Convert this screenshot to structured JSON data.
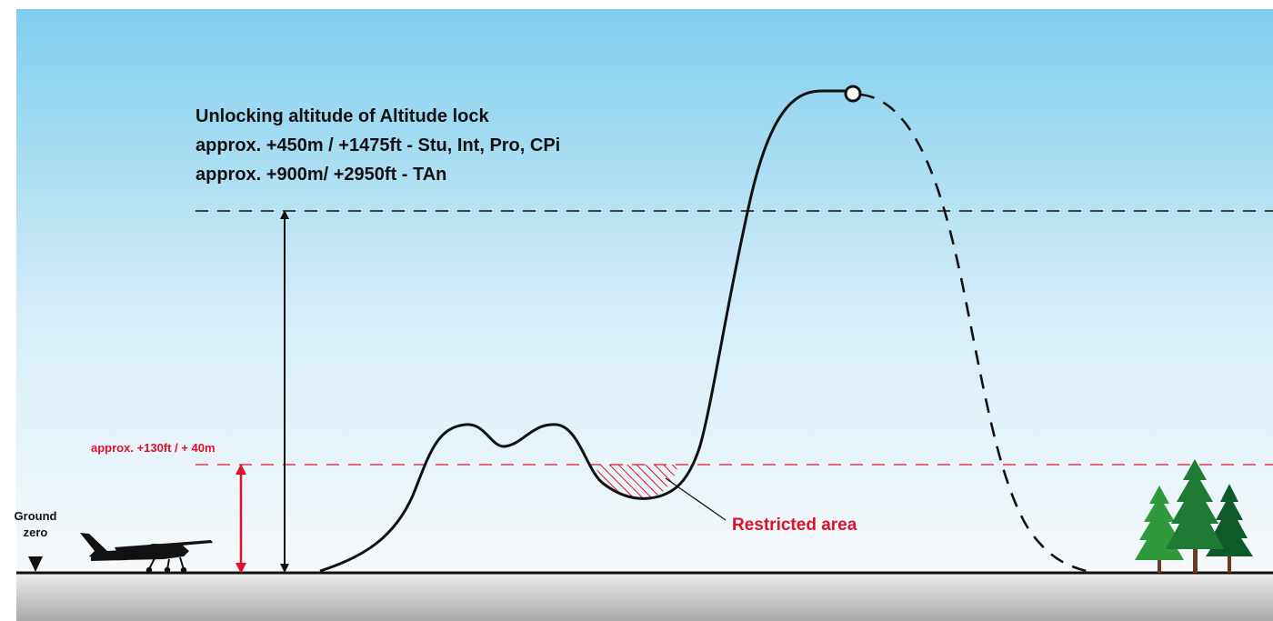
{
  "diagram": {
    "unlock_title": "Unlocking altitude of Altitude lock",
    "unlock_line_1": "approx. +450m / +1475ft - Stu, Int, Pro, CPi",
    "unlock_line_2": "approx. +900m/ +2950ft  - TAn",
    "low_threshold_label": "approx.  +130ft / + 40m",
    "ground_label_line_1": "Ground",
    "ground_label_line_2": "zero",
    "restricted_label": "Restricted area"
  },
  "icons": {
    "aircraft": "airplane-icon",
    "trees": "pine-trees-icon",
    "ground_marker": "triangle-down-icon",
    "apex": "apex-circle-icon"
  },
  "colors": {
    "sky_top": "#7fcdee",
    "sky_bottom": "#f6f9fb",
    "ground_top": "#ececec",
    "ground_bottom": "#a9a9a9",
    "accent_red": "#e0102a",
    "tree_dark": "#0f5a2b",
    "tree_mid": "#1f7a34",
    "tree_light": "#2f9a3c",
    "trunk": "#6b3a1f"
  }
}
